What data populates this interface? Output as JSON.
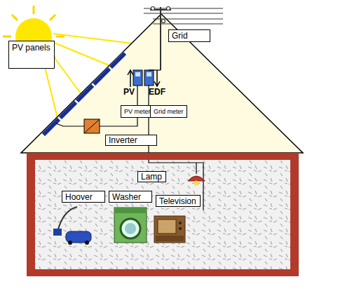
{
  "diagram": {
    "nodes": [
      {
        "text": [
          "Grid"
        ]
      },
      {
        "text": [
          "PV panels"
        ]
      },
      {
        "text": [
          "PV meter"
        ]
      },
      {
        "text": [
          "Grid meter"
        ]
      },
      {
        "text": [
          "Inverter"
        ]
      },
      {
        "text": [
          "Lamp"
        ]
      },
      {
        "text": [
          "Hoover"
        ]
      },
      {
        "text": [
          "Washer"
        ]
      },
      {
        "text": [
          "Television"
        ]
      }
    ],
    "labels": [
      "PV",
      "EDF"
    ]
  }
}
